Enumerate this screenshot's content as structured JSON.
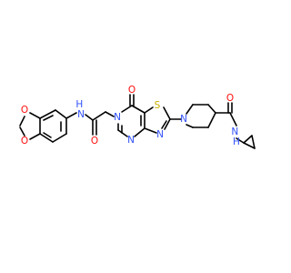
{
  "colors": {
    "bond": "#000000",
    "carbon": "#000000",
    "oxygen": "#ff0d0d",
    "nitrogen": "#3050f8",
    "sulfur": "#c6b000"
  },
  "atoms": {
    "o_diox_top": "O",
    "o_diox_bottom": "O",
    "nh_amide_left": "H\nN",
    "o_amide_left": "O",
    "n_pyrimidinone": "N",
    "o_keto": "O",
    "s_thiazole": "S",
    "n_pyrimidine": "N",
    "n_thiazole": "N",
    "n_piperidine": "N",
    "o_amide_right": "O",
    "nh_amide_right": "N\nH"
  }
}
